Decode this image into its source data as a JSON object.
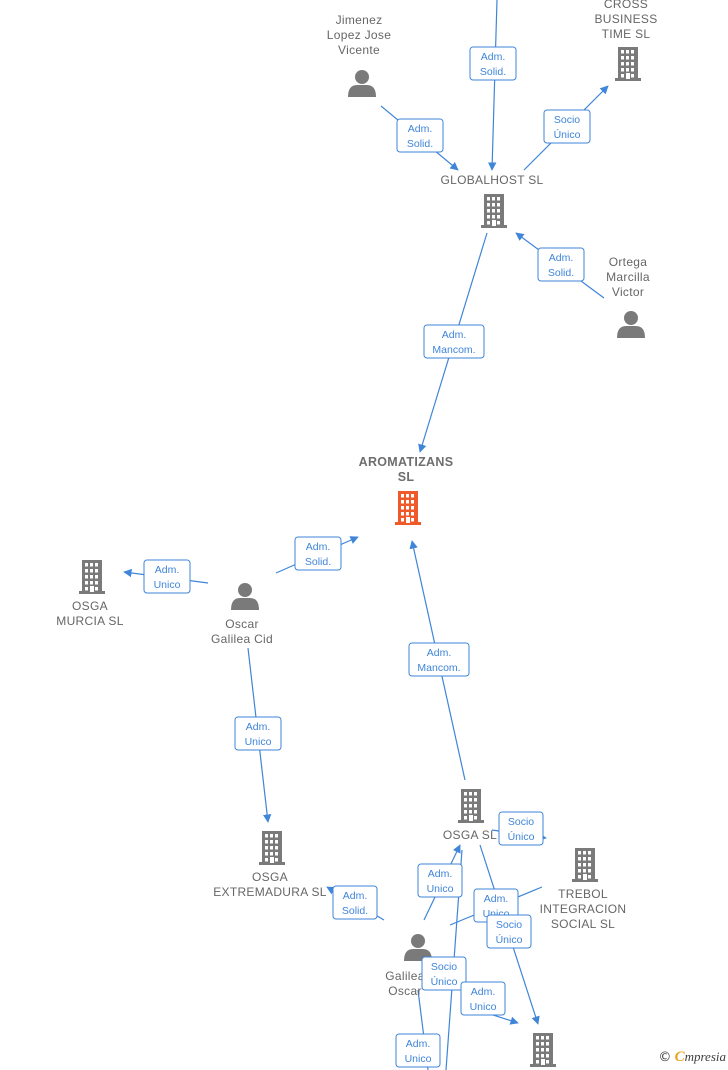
{
  "nodes": [
    {
      "id": "cross",
      "type": "company",
      "lines": [
        "CROSS",
        "BUSINESS",
        "TIME  SL"
      ]
    },
    {
      "id": "jimenez",
      "type": "person",
      "lines": [
        "Jimenez",
        "Lopez Jose",
        "Vicente"
      ]
    },
    {
      "id": "globalhost",
      "type": "company",
      "lines": [
        "GLOBALHOST SL"
      ]
    },
    {
      "id": "ortega",
      "type": "person",
      "lines": [
        "Ortega",
        "Marcilla",
        "Victor"
      ]
    },
    {
      "id": "aromatizans",
      "type": "company",
      "main": true,
      "lines": [
        "AROMATIZANS",
        "SL"
      ]
    },
    {
      "id": "osga_murcia",
      "type": "company",
      "lines": [
        "OSGA",
        "MURCIA  SL"
      ]
    },
    {
      "id": "oscar_cid",
      "type": "person",
      "lines": [
        "Oscar",
        "Galilea Cid"
      ]
    },
    {
      "id": "osga_extremadura",
      "type": "company",
      "lines": [
        "OSGA",
        "EXTREMADURA SL"
      ]
    },
    {
      "id": "osga_sl",
      "type": "company",
      "lines": [
        "OSGA SL"
      ]
    },
    {
      "id": "trebol",
      "type": "company",
      "lines": [
        "TREBOL",
        "INTEGRACION",
        "SOCIAL  SL"
      ]
    },
    {
      "id": "galilea_oscar",
      "type": "person",
      "lines": [
        "Galilea",
        "Oscar"
      ]
    },
    {
      "id": "bottom_company",
      "type": "company",
      "lines": []
    }
  ],
  "edges": [
    {
      "id": "e1",
      "lines": [
        "Adm.",
        "Solid."
      ]
    },
    {
      "id": "e2",
      "lines": [
        "Adm.",
        "Solid."
      ]
    },
    {
      "id": "e3",
      "lines": [
        "Socio",
        "Único"
      ]
    },
    {
      "id": "e4",
      "lines": [
        "Adm.",
        "Solid."
      ]
    },
    {
      "id": "e5",
      "lines": [
        "Adm.",
        "Mancom."
      ]
    },
    {
      "id": "e6",
      "lines": [
        "Adm.",
        "Solid."
      ]
    },
    {
      "id": "e7",
      "lines": [
        "Adm.",
        "Unico"
      ]
    },
    {
      "id": "e8",
      "lines": [
        "Adm.",
        "Unico"
      ]
    },
    {
      "id": "e9",
      "lines": [
        "Adm.",
        "Mancom."
      ]
    },
    {
      "id": "e10",
      "lines": [
        "Socio",
        "Único"
      ]
    },
    {
      "id": "e11",
      "lines": [
        "Adm.",
        "Unico"
      ]
    },
    {
      "id": "e12",
      "lines": [
        "Adm.",
        "Unico"
      ]
    },
    {
      "id": "e13",
      "lines": [
        "Socio",
        "Único"
      ]
    },
    {
      "id": "e14",
      "lines": [
        "Adm.",
        "Solid."
      ]
    },
    {
      "id": "e15",
      "lines": [
        "Socio",
        "Único"
      ]
    },
    {
      "id": "e16",
      "lines": [
        "Adm.",
        "Unico"
      ]
    },
    {
      "id": "e17",
      "lines": [
        "Adm.",
        "Unico"
      ]
    }
  ],
  "brand": {
    "copyright": "©",
    "initial": "C",
    "rest": "mpresia"
  },
  "colors": {
    "edge": "#3f85d8",
    "node": "#7a7a7a",
    "main_node": "#f0592a",
    "label": "#666666"
  }
}
